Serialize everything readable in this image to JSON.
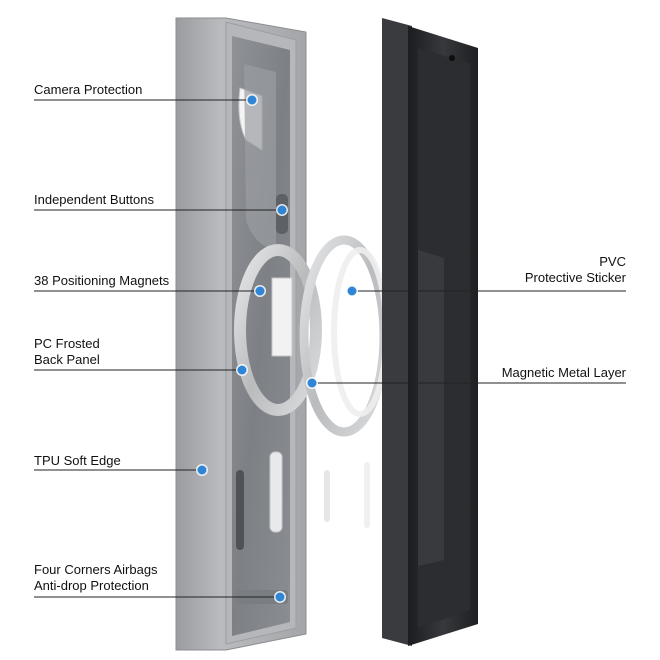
{
  "callouts": {
    "camera_protection": "Camera Protection",
    "independent_buttons": "Independent Buttons",
    "positioning_magnets": "38 Positioning Magnets",
    "pc_frosted_line1": "PC Frosted",
    "pc_frosted_line2": "Back Panel",
    "tpu_soft_edge": "TPU Soft Edge",
    "airbags_line1": "Four Corners Airbags",
    "airbags_line2": "Anti-drop Protection",
    "pvc_line1": "PVC",
    "pvc_line2": "Protective Sticker",
    "magnetic_metal_layer": "Magnetic Metal Layer"
  },
  "colors": {
    "callout_dot": "#2f86d6",
    "case_frame": "#a9abae",
    "case_back": "#86898d",
    "phone_body": "#2a2b2e",
    "magnet_ring": "#c9cbcd",
    "leader_line": "#222222"
  }
}
